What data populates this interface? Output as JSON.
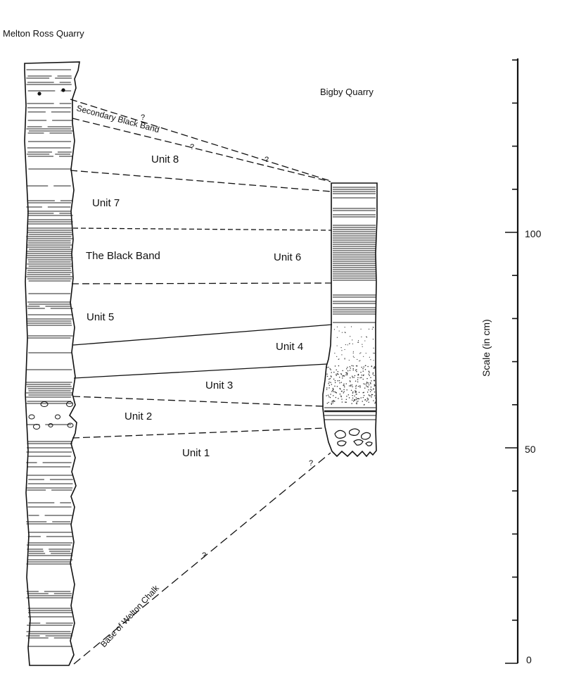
{
  "titles": {
    "left_section": "Melton Ross Quarry",
    "right_section": "Bigby Quarry"
  },
  "units_left": {
    "unit8": "Unit 8",
    "unit7": "Unit 7",
    "black_band": "The Black Band",
    "unit5": "Unit 5",
    "unit3": "Unit 3",
    "unit2": "Unit 2",
    "unit1": "Unit 1"
  },
  "units_right": {
    "unit6": "Unit 6",
    "unit4": "Unit 4"
  },
  "correlation_labels": {
    "secondary_black_band": "Secondary Black Band",
    "base_welton_chalk": "Base of Welton Chalk",
    "query_mark": "?"
  },
  "scale": {
    "label": "Scale (in cm)",
    "tick_labels": [
      "100",
      "50",
      "0"
    ]
  },
  "colors": {
    "ink": "#111111",
    "paper": "#ffffff"
  }
}
